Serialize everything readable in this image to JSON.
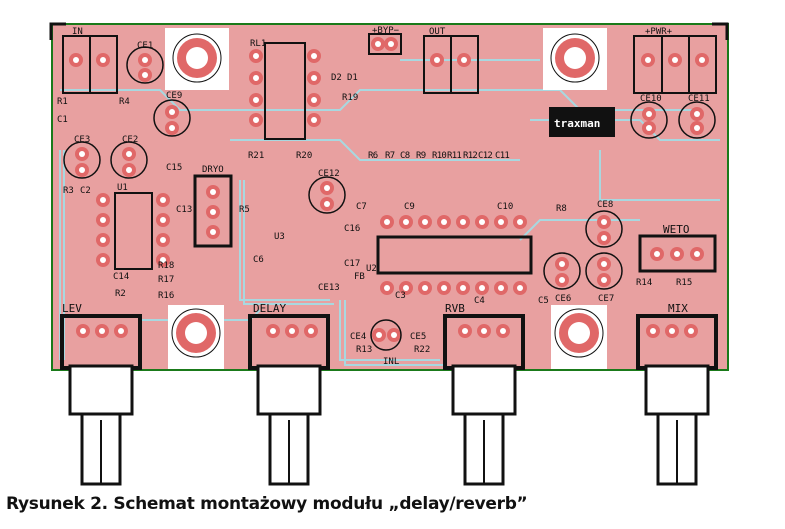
{
  "caption": "Rysunek 2. Schemat montażowy modułu „delay/reverb”",
  "logo": "traxman",
  "colors": {
    "board": "#e8a0a0",
    "copper": "#a8d8e0",
    "pad": "#e06868",
    "outline": "#1a7a1a",
    "silk": "#111111",
    "via": "#f0e020"
  },
  "connectors": {
    "in": "IN",
    "byp": "+BYP−",
    "out": "OUT",
    "pwr": "+PWR+",
    "weto": "WETO",
    "lev": "LEV",
    "delay": "DELAY",
    "rvb": "RVB",
    "mix": "MIX"
  },
  "components": {
    "ce1": "CE1",
    "rl1": "RL1",
    "d2": "D2",
    "d1": "D1",
    "ce10": "CE10",
    "ce11": "CE11",
    "r19": "R19",
    "r1": "R1",
    "r4": "R4",
    "c1": "C1",
    "ce9": "CE9",
    "ce3": "CE3",
    "ce2": "CE2",
    "r21": "R21",
    "r20": "R20",
    "r6": "R6",
    "r7": "R7",
    "c8": "C8",
    "r9": "R9",
    "r10": "R10",
    "r11": "R11",
    "r12": "R12",
    "c12": "C12",
    "c11": "C11",
    "c15": "C15",
    "dryo": "DRYO",
    "ce12": "CE12",
    "r3": "R3",
    "c2": "C2",
    "u1": "U1",
    "c13": "C13",
    "r5": "R5",
    "u3": "U3",
    "c6": "C6",
    "c7": "C7",
    "c9": "C9",
    "c10": "C10",
    "r8": "R8",
    "ce8": "CE8",
    "c16": "C16",
    "c17": "C17",
    "u2": "U2",
    "fb": "FB",
    "r18": "R18",
    "r17": "R17",
    "r16": "R16",
    "c14": "C14",
    "r2": "R2",
    "ce13": "CE13",
    "c3": "C3",
    "c4": "C4",
    "c5": "C5",
    "ce6": "CE6",
    "ce7": "CE7",
    "r14": "R14",
    "r15": "R15",
    "ce4": "CE4",
    "r13": "R13",
    "ce5": "CE5",
    "r22": "R22",
    "inl": "INL"
  }
}
